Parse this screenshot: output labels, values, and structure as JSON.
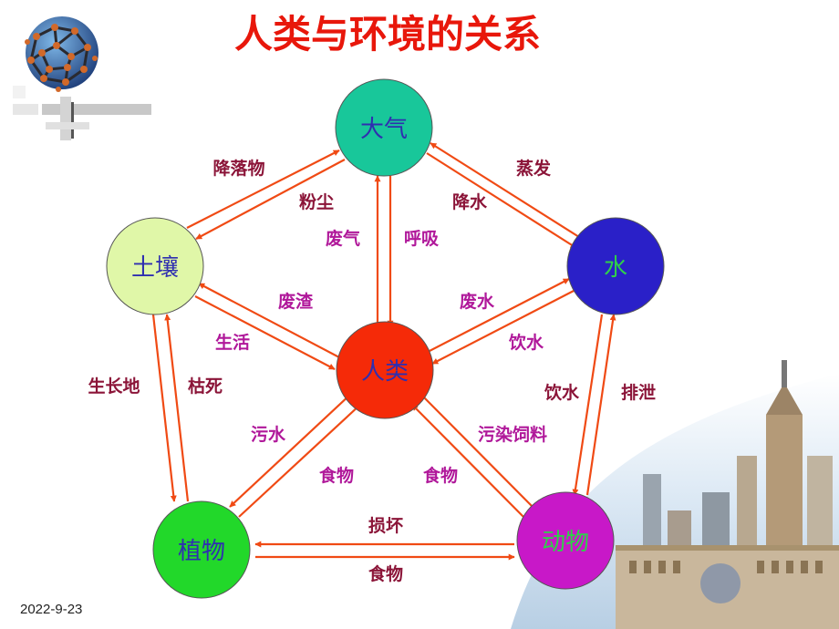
{
  "title": "人类与环境的关系",
  "footer": {
    "date": "2022-9-23"
  },
  "colors": {
    "arrow": "#f04a14",
    "label_purple": "#b0189a",
    "label_maroon": "#8b1438",
    "title": "#e8170b"
  },
  "decorations": {
    "top_left": "molecule-cage-logo",
    "bottom_right": "city-skyline-photo"
  },
  "nodes": {
    "atmosphere": {
      "label": "大气",
      "fill": "#18c79a",
      "text_color": "#2f2fb0"
    },
    "water": {
      "label": "水",
      "fill": "#2a20c8",
      "text_color": "#2fd04a"
    },
    "soil": {
      "label": "土壤",
      "fill": "#e0f7a8",
      "text_color": "#2f2fb0"
    },
    "human": {
      "label": "人类",
      "fill": "#f52a08",
      "text_color": "#2f2fb0"
    },
    "plant": {
      "label": "植物",
      "fill": "#22d82a",
      "text_color": "#2f2fb0"
    },
    "animal": {
      "label": "动物",
      "fill": "#c818c8",
      "text_color": "#2fd04a"
    }
  },
  "edges": {
    "soil_atmosphere_outer": "降落物",
    "soil_atmosphere_inner": "粉尘",
    "atmosphere_water_outer": "蒸发",
    "atmosphere_water_inner": "降水",
    "human_atmosphere_left": "废气",
    "human_atmosphere_right": "呼吸",
    "human_soil_waste": "废渣",
    "human_soil_life": "生活",
    "human_water_waste": "废水",
    "human_water_drink": "饮水",
    "soil_plant_ground": "生长地",
    "soil_plant_dead": "枯死",
    "water_animal_drink": "饮水",
    "water_animal_excrete": "排泄",
    "human_plant_sewage": "污水",
    "human_plant_food": "食物",
    "human_animal_feed": "污染饲料",
    "human_animal_food": "食物",
    "plant_animal_damage": "损坏",
    "plant_animal_food": "食物"
  }
}
